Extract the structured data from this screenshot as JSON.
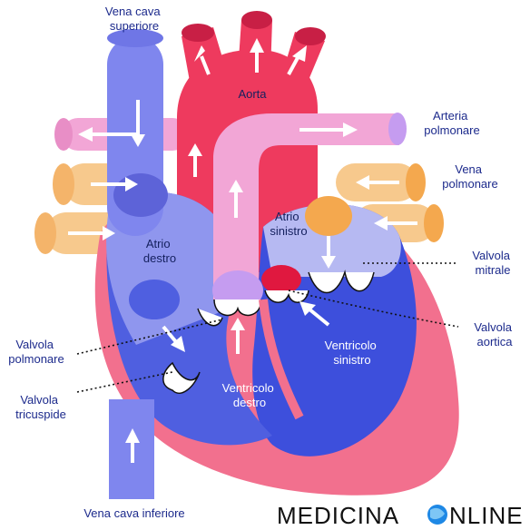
{
  "labels": {
    "vena_cava_superiore": [
      "Vena cava",
      "superiore"
    ],
    "aorta": "Aorta",
    "arteria_polmonare": [
      "Arteria",
      "polmonare"
    ],
    "vena_polmonare": [
      "Vena",
      "polmonare"
    ],
    "atrio_destro": [
      "Atrio",
      "destro"
    ],
    "atrio_sinistro": [
      "Atrio",
      "sinistro"
    ],
    "valvola_mitrale": [
      "Valvola",
      "mitrale"
    ],
    "valvola_aortica": [
      "Valvola",
      "aortica"
    ],
    "valvola_polmonare": [
      "Valvola",
      "polmonare"
    ],
    "valvola_tricuspide": [
      "Valvola",
      "tricuspide"
    ],
    "ventricolo_sinistro": [
      "Ventricolo",
      "sinistro"
    ],
    "ventricolo_destro": [
      "Ventricolo",
      "destro"
    ],
    "vena_cava_inferiore": "Vena cava inferiore"
  },
  "brand": {
    "left": "MEDICINA",
    "right": "NLINE"
  },
  "colors": {
    "vena_cava": "#7f86ee",
    "vena_cava_dark": "#5d63d8",
    "aorta": "#ee3a5e",
    "aorta_dark": "#c81f45",
    "pulmonary_artery": "#f2a6d6",
    "pulmonary_vein": "#f7c98d",
    "heart_wall": "#f2708e",
    "right_chamber": "#4f5fe0",
    "left_chamber": "#3d4fdc",
    "atrium_light": "#b6b9f2",
    "valve_purple": "#c59cf0"
  }
}
